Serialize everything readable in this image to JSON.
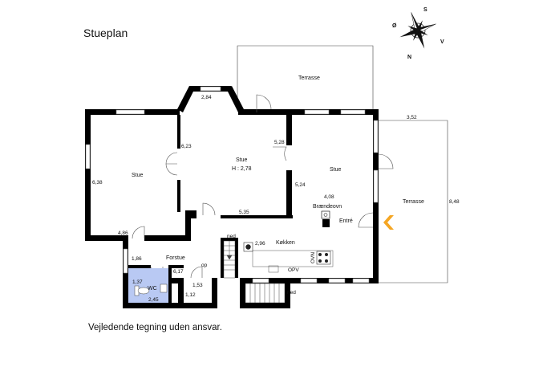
{
  "title": "Stueplan",
  "disclaimer": "Vejledende tegning uden ansvar.",
  "compass": {
    "n": "N",
    "s": "S",
    "o": "Ø",
    "v": "V"
  },
  "rooms": {
    "stue_left": "Stue",
    "stue_center": "Stue",
    "stue_center_h": "H : 2,78",
    "stue_right": "Stue",
    "terrasse_top": "Terrasse",
    "terrasse_right": "Terrasse",
    "braendeovn": "Brændeovn",
    "entre": "Entré",
    "koekken": "Køkken",
    "forstue": "Forstue",
    "wc": "WC"
  },
  "dims": {
    "d284": "2,84",
    "d623": "6,23",
    "d528": "5,28",
    "d352": "3,52",
    "d638": "6,38",
    "d524": "5,24",
    "d408": "4,08",
    "d848": "8,48",
    "d535": "5,35",
    "d486": "4,86",
    "d296": "2,96",
    "d186": "1,86",
    "d617": "6,17",
    "d137": "1,37",
    "d245": "2,45",
    "d153": "1,53",
    "d112": "1,12"
  },
  "labels": {
    "ned_top": "ned",
    "op": "op",
    "ned_bottom": "ned",
    "opv": "OPV",
    "ovn": "OVN"
  },
  "colors": {
    "wc_fill": "#b9c9f3",
    "entry_arrow": "#f5a623"
  }
}
